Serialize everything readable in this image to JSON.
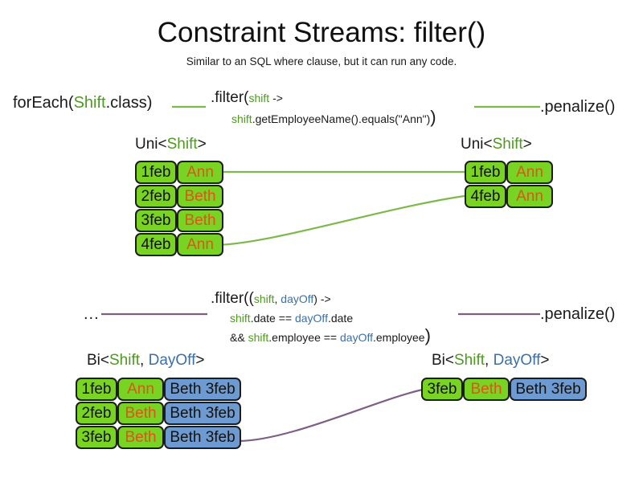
{
  "slide": {
    "title": "Constraint Streams: filter()",
    "subtitle": "Similar to an SQL where clause, but it can run any code."
  },
  "colors": {
    "shift_green": "#4d9a1f",
    "dayoff_blue": "#3c6fa8",
    "cell_green": "#78d322",
    "cell_blue": "#6d9bd1",
    "name_orange": "#e0531a",
    "link_green": "#7cb94a",
    "link_purple": "#7d5f86"
  },
  "top_pipeline": {
    "source": {
      "prefix": "forEach(",
      "type": "Shift",
      "suffix": ".class)"
    },
    "filter": {
      "line1_pre": ".filter(",
      "line1_var": "shift",
      "line1_post": " ->",
      "line2_var": "shift",
      "line2_post": ".getEmployeeName().equals(\"Ann\")",
      "line2_close": ")"
    },
    "sink": ".penalize()",
    "input_caption": {
      "prefix": "Uni<",
      "type1": "Shift",
      "suffix": ">"
    },
    "output_caption": {
      "prefix": "Uni<",
      "type1": "Shift",
      "suffix": ">"
    },
    "input_rows": [
      {
        "date": "1feb",
        "name": "Ann"
      },
      {
        "date": "2feb",
        "name": "Beth"
      },
      {
        "date": "3feb",
        "name": "Beth"
      },
      {
        "date": "4feb",
        "name": "Ann"
      }
    ],
    "output_rows": [
      {
        "date": "1feb",
        "name": "Ann"
      },
      {
        "date": "4feb",
        "name": "Ann"
      }
    ]
  },
  "bottom_pipeline": {
    "source": "...",
    "filter": {
      "line1_pre": ".filter((",
      "line1_var1": "shift",
      "line1_mid": ", ",
      "line1_var2": "dayOff",
      "line1_post": ") ->",
      "line2_var1": "shift",
      "line2_mid": ".date == ",
      "line2_var2": "dayOff",
      "line2_post": ".date",
      "line3_pre": "&& ",
      "line3_var1": "shift",
      "line3_mid": ".employee == ",
      "line3_var2": "dayOff",
      "line3_post": ".employee",
      "line3_close": ")"
    },
    "sink": ".penalize()",
    "input_caption": {
      "prefix": "Bi<",
      "type1": "Shift",
      "sep": ", ",
      "type2": "DayOff",
      "suffix": ">"
    },
    "output_caption": {
      "prefix": "Bi<",
      "type1": "Shift",
      "sep": ", ",
      "type2": "DayOff",
      "suffix": ">"
    },
    "input_rows": [
      {
        "date": "1feb",
        "name": "Ann",
        "pair": "Beth 3feb"
      },
      {
        "date": "2feb",
        "name": "Beth",
        "pair": "Beth 3feb"
      },
      {
        "date": "3feb",
        "name": "Beth",
        "pair": "Beth 3feb"
      }
    ],
    "output_rows": [
      {
        "date": "3feb",
        "name": "Beth",
        "pair": "Beth 3feb"
      }
    ]
  }
}
